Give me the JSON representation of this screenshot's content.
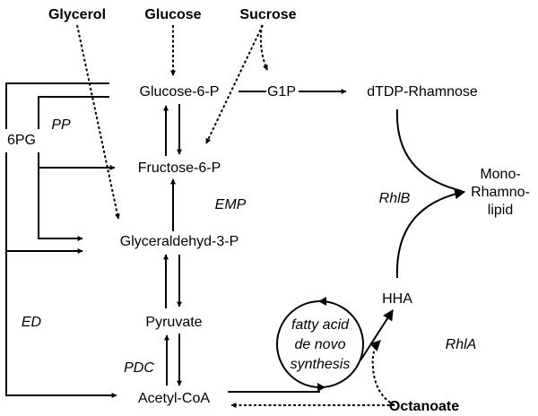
{
  "substrates": {
    "glycerol": "Glycerol",
    "glucose": "Glucose",
    "sucrose": "Sucrose",
    "octanoate": "Octanoate"
  },
  "metabolites": {
    "glucose6p": "Glucose-6-P",
    "g1p": "G1P",
    "dtdp_rhamnose": "dTDP-Rhamnose",
    "pg6": "6PG",
    "fructose6p": "Fructose-6-P",
    "glyceraldehyd3p": "Glyceraldehyd-3-P",
    "pyruvate": "Pyruvate",
    "acetyl_coa": "Acetyl-CoA",
    "hha": "HHA",
    "product_line1": "Mono-",
    "product_line2": "Rhamno-",
    "product_line3": "lipid"
  },
  "pathways": {
    "pp": "PP",
    "emp": "EMP",
    "ed": "ED",
    "pdc": "PDC",
    "rhlb": "RhlB",
    "rhla": "RhlA"
  },
  "cycle": {
    "line1": "fatty acid",
    "line2": "de novo",
    "line3": "synthesis"
  }
}
